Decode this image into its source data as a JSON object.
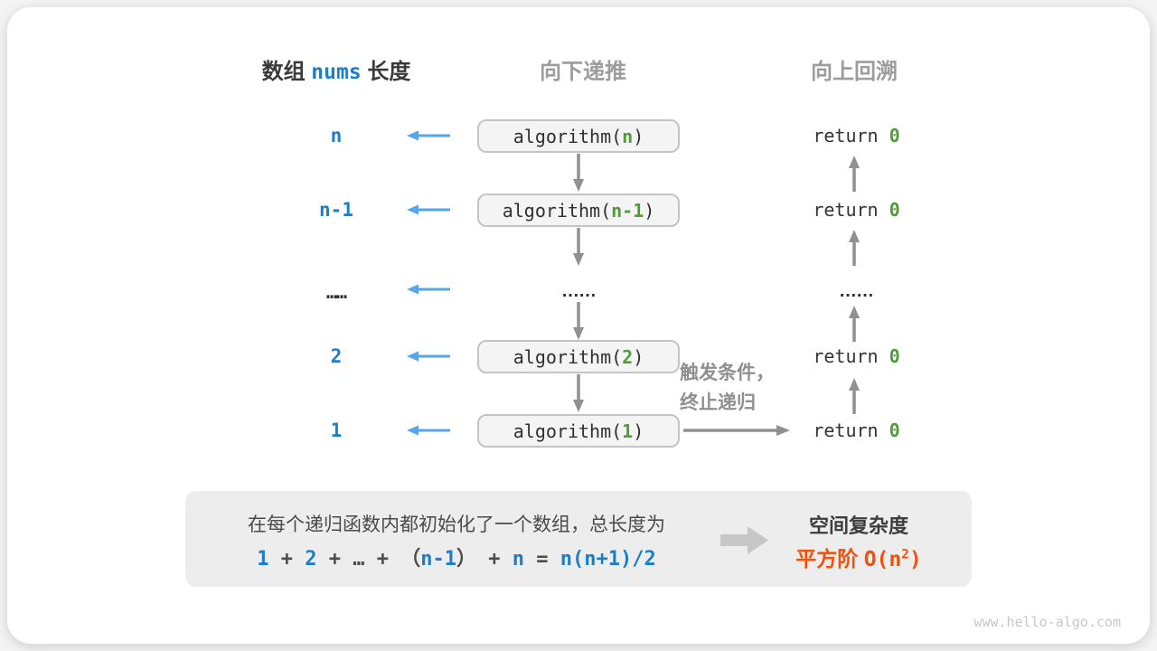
{
  "headers": {
    "left_prefix": "数组 ",
    "left_code": "nums",
    "left_suffix": " 长度",
    "middle": "向下递推",
    "right": "向上回溯"
  },
  "rows": [
    {
      "label": "n",
      "call_pre": "algorithm(",
      "call_arg": "n",
      "call_post": ")",
      "ret_pre": "return ",
      "ret_val": "0"
    },
    {
      "label": "n-1",
      "call_pre": "algorithm(",
      "call_arg": "n-1",
      "call_post": ")",
      "ret_pre": "return ",
      "ret_val": "0"
    },
    {
      "label": "……",
      "middle_dots": "……",
      "right_dots": "……"
    },
    {
      "label": "2",
      "call_pre": "algorithm(",
      "call_arg": "2",
      "call_post": ")",
      "ret_pre": "return ",
      "ret_val": "0"
    },
    {
      "label": "1",
      "call_pre": "algorithm(",
      "call_arg": "1",
      "call_post": ")",
      "ret_pre": "return ",
      "ret_val": "0"
    }
  ],
  "annotations": {
    "trigger_line1": "触发条件，",
    "trigger_line2": "终止递归"
  },
  "summary": {
    "line1": "在每个递归函数内都初始化了一个数组，总长度为",
    "formula": [
      {
        "text": "1",
        "color": "blue"
      },
      {
        "text": " + ",
        "color": "dark"
      },
      {
        "text": "2",
        "color": "blue"
      },
      {
        "text": " + … + ",
        "color": "dark"
      },
      {
        "text": "（",
        "color": "dark"
      },
      {
        "text": "n-1",
        "color": "blue"
      },
      {
        "text": "）",
        "color": "dark"
      },
      {
        "text": " + ",
        "color": "dark"
      },
      {
        "text": "n",
        "color": "blue"
      },
      {
        "text": " = ",
        "color": "dark"
      },
      {
        "text": "n(n+1)/2",
        "color": "blue"
      }
    ],
    "result_title": "空间复杂度",
    "result_term": "平方阶 ",
    "result_code_pre": "O(n",
    "result_sup": "2",
    "result_code_post": ")"
  },
  "footer": {
    "watermark": "www.hello-algo.com"
  },
  "colors": {
    "blue_text": "#1c7ec9",
    "blue_arrow": "#55a6ec",
    "green_value": "#4f9c39",
    "gray_header": "#9c9c9c",
    "gray_arrow": "#909090",
    "orange_result": "#f2500d",
    "box_bg": "#f4f4f4",
    "box_border": "#c4c4c4",
    "panel_bg": "#ededed"
  }
}
